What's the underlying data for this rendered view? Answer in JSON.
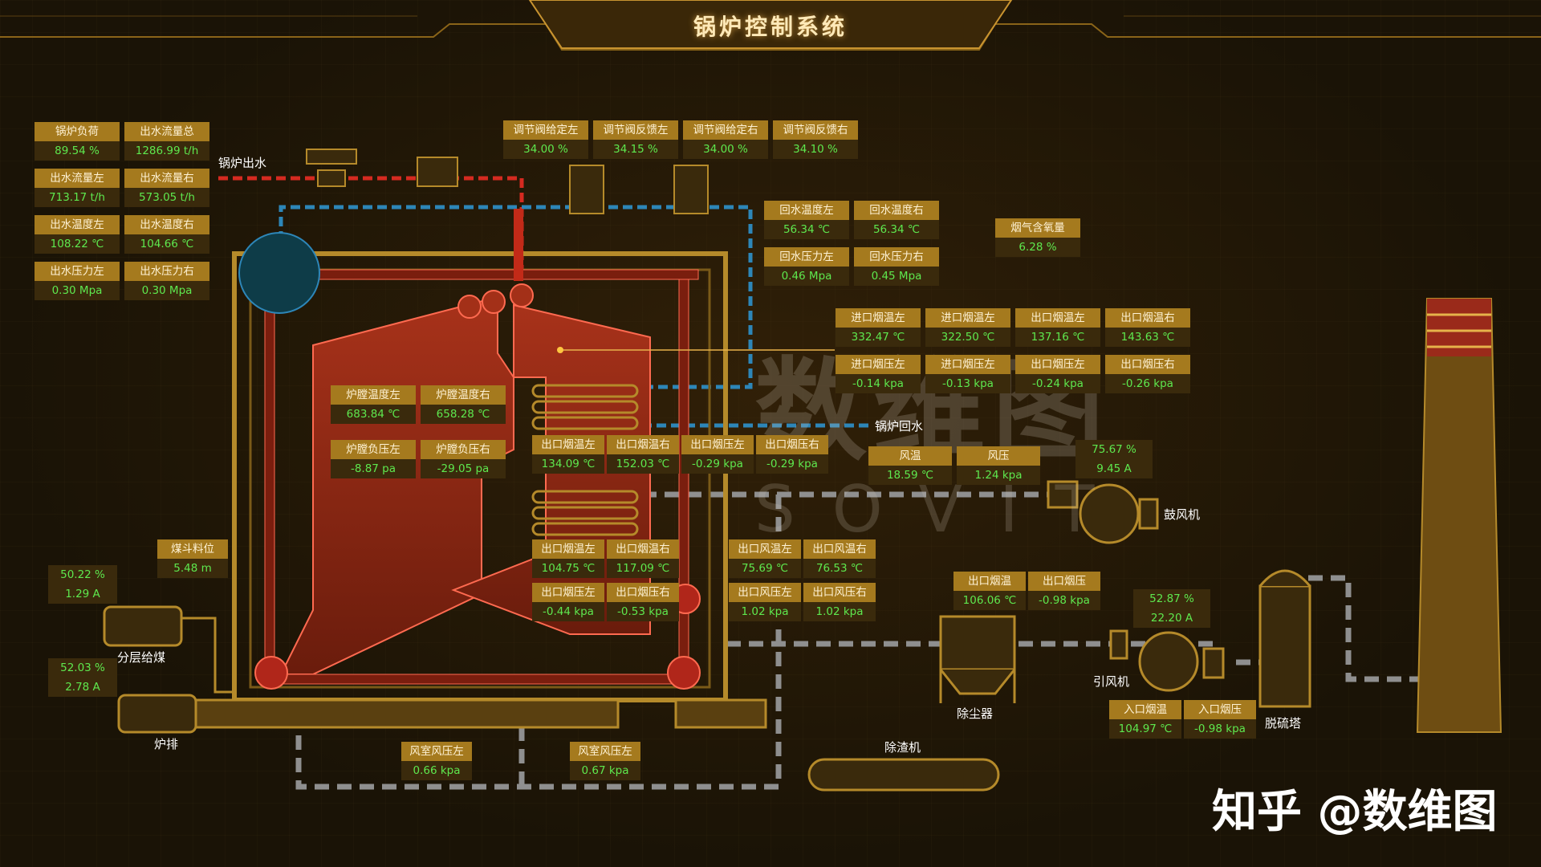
{
  "title": "锅炉控制系统",
  "watermark": {
    "main": "数维图",
    "sub": "SOVIT",
    "zhihu": "知乎 @数维图"
  },
  "tags": {
    "boiler_out_water": "锅炉出水",
    "boiler_return_water": "锅炉回水",
    "blower": "鼓风机",
    "layer_feed": "分层给煤",
    "grate": "炉排",
    "dust_collector": "除尘器",
    "induced_fan": "引风机",
    "desulfur_tower": "脱硫塔",
    "slag_remover": "除渣机"
  },
  "left_cards": [
    {
      "label": "锅炉负荷",
      "value": "89.54 %"
    },
    {
      "label": "出水流量总",
      "value": "1286.99 t/h"
    },
    {
      "label": "出水流量左",
      "value": "713.17 t/h"
    },
    {
      "label": "出水流量右",
      "value": "573.05 t/h"
    },
    {
      "label": "出水温度左",
      "value": "108.22 ℃"
    },
    {
      "label": "出水温度右",
      "value": "104.66 ℃"
    },
    {
      "label": "出水压力左",
      "value": "0.30 Mpa"
    },
    {
      "label": "出水压力右",
      "value": "0.30 Mpa"
    }
  ],
  "valve_cards": [
    {
      "label": "调节阀给定左",
      "value": "34.00 %"
    },
    {
      "label": "调节阀反馈左",
      "value": "34.15 %"
    },
    {
      "label": "调节阀给定右",
      "value": "34.00 %"
    },
    {
      "label": "调节阀反馈右",
      "value": "34.10 %"
    }
  ],
  "return_cards": [
    {
      "label": "回水温度左",
      "value": "56.34 ℃"
    },
    {
      "label": "回水温度右",
      "value": "56.34 ℃"
    },
    {
      "label": "回水压力左",
      "value": "0.46 Mpa"
    },
    {
      "label": "回水压力右",
      "value": "0.45 Mpa"
    }
  ],
  "oxygen": {
    "label": "烟气含氧量",
    "value": "6.28 %"
  },
  "flue_cards": [
    {
      "label": "进口烟温左",
      "value": "332.47 ℃"
    },
    {
      "label": "进口烟温左",
      "value": "322.50 ℃"
    },
    {
      "label": "出口烟温左",
      "value": "137.16 ℃"
    },
    {
      "label": "出口烟温右",
      "value": "143.63 ℃"
    },
    {
      "label": "进口烟压左",
      "value": "-0.14 kpa"
    },
    {
      "label": "进口烟压左",
      "value": "-0.13 kpa"
    },
    {
      "label": "出口烟压左",
      "value": "-0.24 kpa"
    },
    {
      "label": "出口烟压右",
      "value": "-0.26 kpa"
    }
  ],
  "furnace_cards": [
    {
      "label": "炉膛温度左",
      "value": "683.84 ℃"
    },
    {
      "label": "炉膛温度右",
      "value": "658.28 ℃"
    },
    {
      "label": "炉膛负压左",
      "value": "-8.87 pa"
    },
    {
      "label": "炉膛负压右",
      "value": "-29.05 pa"
    }
  ],
  "econ_upper_cards": [
    {
      "label": "出口烟温左",
      "value": "134.09 ℃"
    },
    {
      "label": "出口烟温右",
      "value": "152.03 ℃"
    },
    {
      "label": "出口烟压左",
      "value": "-0.29 kpa"
    },
    {
      "label": "出口烟压右",
      "value": "-0.29 kpa"
    }
  ],
  "econ_lower_cards": [
    {
      "label": "出口烟温左",
      "value": "104.75 ℃"
    },
    {
      "label": "出口烟温右",
      "value": "117.09 ℃"
    },
    {
      "label": "出口烟压左",
      "value": "-0.44 kpa"
    },
    {
      "label": "出口烟压右",
      "value": "-0.53 kpa"
    }
  ],
  "air_cards": [
    {
      "label": "出口风温左",
      "value": "75.69 ℃"
    },
    {
      "label": "出口风温右",
      "value": "76.53 ℃"
    },
    {
      "label": "出口风压左",
      "value": "1.02 kpa"
    },
    {
      "label": "出口风压右",
      "value": "1.02 kpa"
    }
  ],
  "blower_cards": [
    {
      "label": "风温",
      "value": "18.59 ℃"
    },
    {
      "label": "风压",
      "value": "1.24 kpa"
    }
  ],
  "blower_motor": {
    "percent": "75.67 %",
    "current": "9.45 A"
  },
  "dust_cards": [
    {
      "label": "出口烟温",
      "value": "106.06 ℃"
    },
    {
      "label": "出口烟压",
      "value": "-0.98 kpa"
    }
  ],
  "induced_motor": {
    "percent": "52.87 %",
    "current": "22.20 A"
  },
  "desulfur_cards": [
    {
      "label": "入口烟温",
      "value": "104.97 ℃"
    },
    {
      "label": "入口烟压",
      "value": "-0.98 kpa"
    }
  ],
  "coal_level": {
    "label": "煤斗料位",
    "value": "5.48 m"
  },
  "feed_motor": {
    "percent": "50.22 %",
    "current": "1.29 A"
  },
  "grate_motor": {
    "percent": "52.03 %",
    "current": "2.78 A"
  },
  "windbox_cards": [
    {
      "label": "风室风压左",
      "value": "0.66 kpa"
    },
    {
      "label": "风室风压左",
      "value": "0.67 kpa"
    }
  ],
  "colors": {
    "card_label": "#a57a1e",
    "card_value_bg": "#3a2a0c",
    "value_text": "#5ee84e",
    "furnace": "#8a2a14",
    "frame": "#b58a2a",
    "hot_pipe": "#d52a20",
    "cold_pipe": "#2d86b8"
  }
}
